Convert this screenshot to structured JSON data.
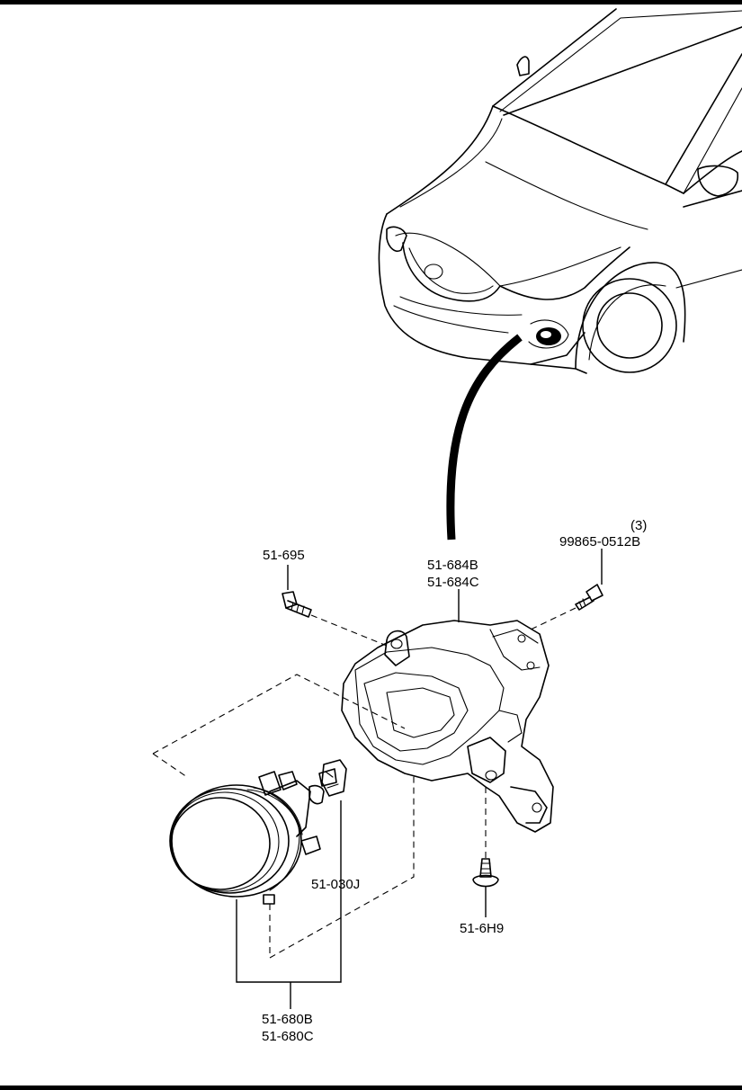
{
  "diagram": {
    "labels": {
      "bolt_left": "51-695",
      "bracket_line1": "51-684B",
      "bracket_line2": "51-684C",
      "screw_qty": "(3)",
      "screw_part": "99865-0512B",
      "bulb": "51-030J",
      "clip_bottom": "51-6H9",
      "lamp_line1": "51-680B",
      "lamp_line2": "51-680C"
    }
  }
}
